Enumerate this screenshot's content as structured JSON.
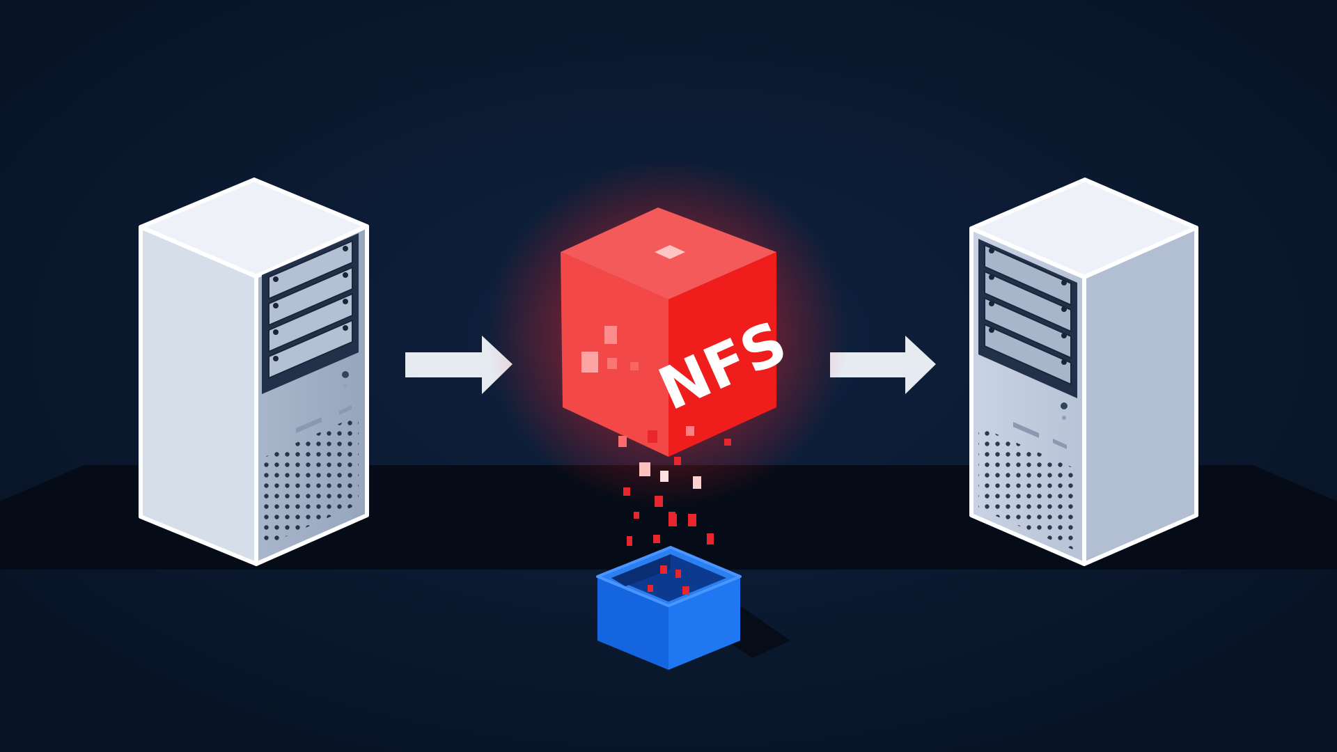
{
  "diagram": {
    "background_color": "#0c1a30",
    "left_node": {
      "icon": "server-tower-icon"
    },
    "middle_node": {
      "icon": "cube-icon",
      "label": "NFS",
      "color": "#f02a2a"
    },
    "right_node": {
      "icon": "server-tower-icon"
    },
    "flow": [
      {
        "from": "left-server",
        "to": "nfs-cube",
        "icon": "arrow-right-icon"
      },
      {
        "from": "nfs-cube",
        "to": "right-server",
        "icon": "arrow-right-icon"
      }
    ],
    "bin": {
      "icon": "bin-icon",
      "color": "#1e6ff0"
    },
    "fragments": {
      "color": "#e8262e"
    }
  }
}
